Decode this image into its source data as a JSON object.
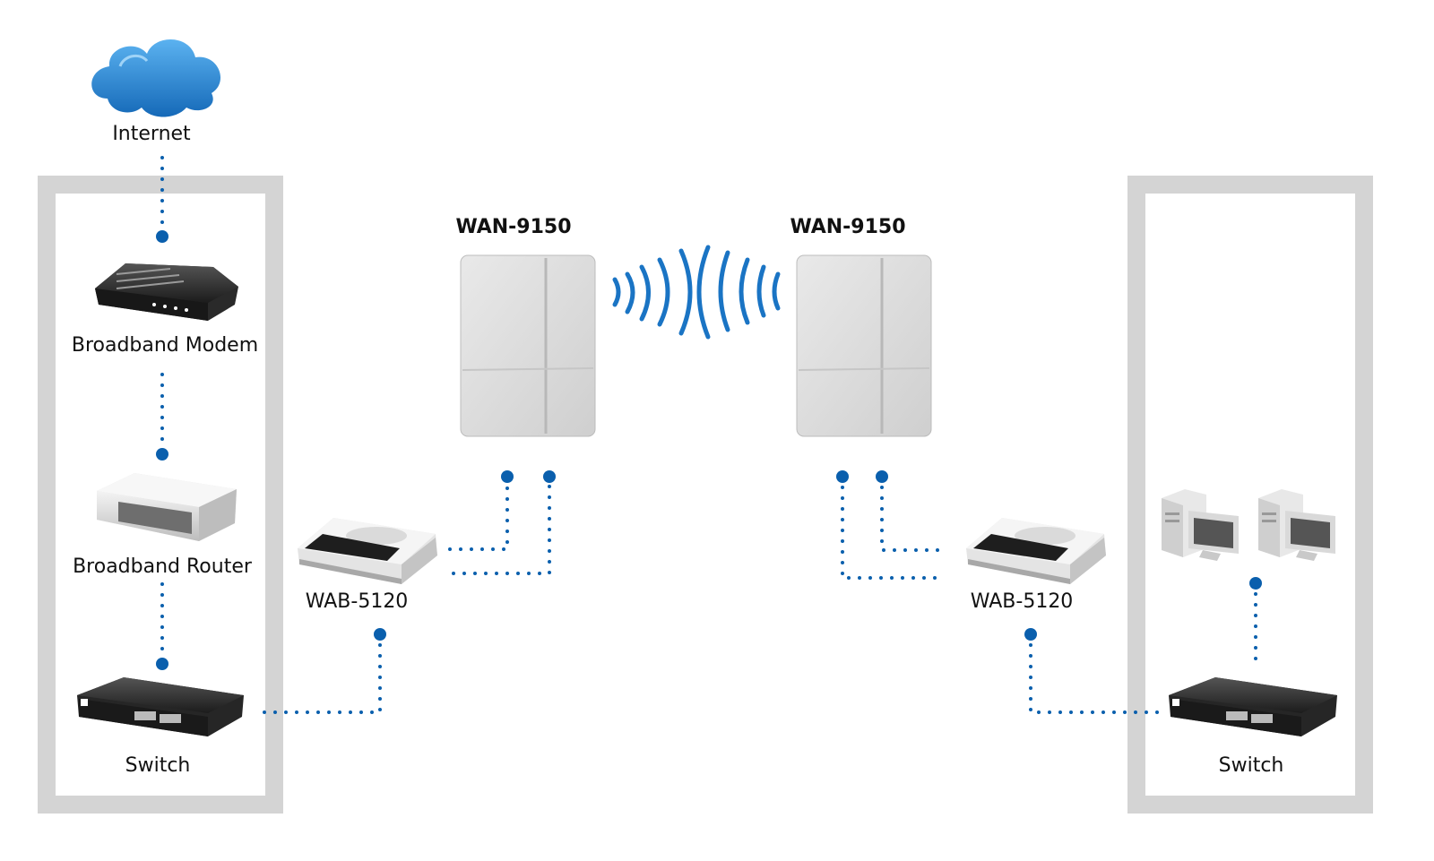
{
  "labels": {
    "internet": "Internet",
    "modem": "Broadband Modem",
    "router": "Broadband Router",
    "switch_left": "Switch",
    "bridge_left": "WAB-5120",
    "antenna_left": "WAN-9150",
    "antenna_right": "WAN-9150",
    "bridge_right": "WAB-5120",
    "switch_right": "Switch"
  },
  "colors": {
    "link": "#0a5fad",
    "cloud": "#1f86d6",
    "enclosure": "#d4d4d4",
    "signal": "#1a74c4"
  },
  "icons": {
    "internet": "cloud-icon",
    "modem": "modem-icon",
    "router": "router-icon",
    "switch": "network-switch-icon",
    "bridge": "wireless-bridge-icon",
    "antenna": "panel-antenna-icon",
    "computer": "desktop-computer-icon"
  }
}
